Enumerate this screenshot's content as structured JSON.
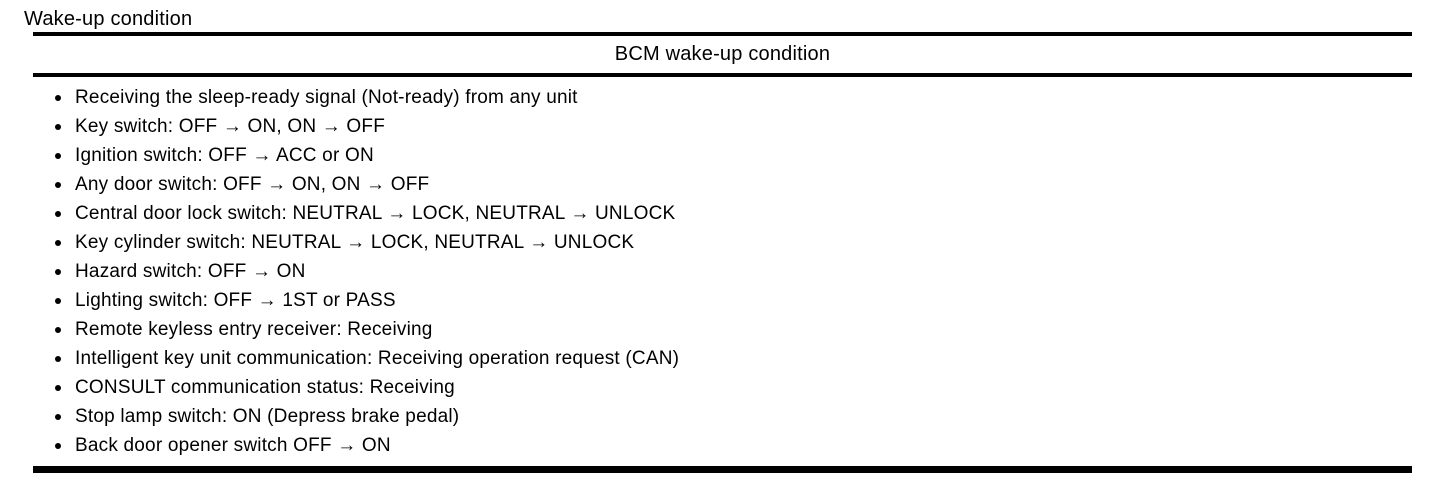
{
  "page": {
    "title": "Wake-up condition",
    "background_color": "#ffffff",
    "text_color": "#000000",
    "rule_color": "#000000"
  },
  "table": {
    "header": "BCM wake-up condition",
    "items": [
      "Receiving the sleep-ready signal (Not-ready) from any unit",
      "Key switch: OFF → ON, ON → OFF",
      "Ignition switch: OFF → ACC or ON",
      "Any door switch: OFF → ON, ON → OFF",
      "Central door lock switch: NEUTRAL → LOCK, NEUTRAL → UNLOCK",
      "Key cylinder switch: NEUTRAL → LOCK, NEUTRAL → UNLOCK",
      "Hazard switch: OFF → ON",
      "Lighting switch: OFF → 1ST or PASS",
      "Remote keyless entry receiver: Receiving",
      "Intelligent key unit communication: Receiving operation request (CAN)",
      "CONSULT communication status: Receiving",
      "Stop lamp switch: ON (Depress brake pedal)",
      "Back door opener switch OFF → ON"
    ]
  }
}
